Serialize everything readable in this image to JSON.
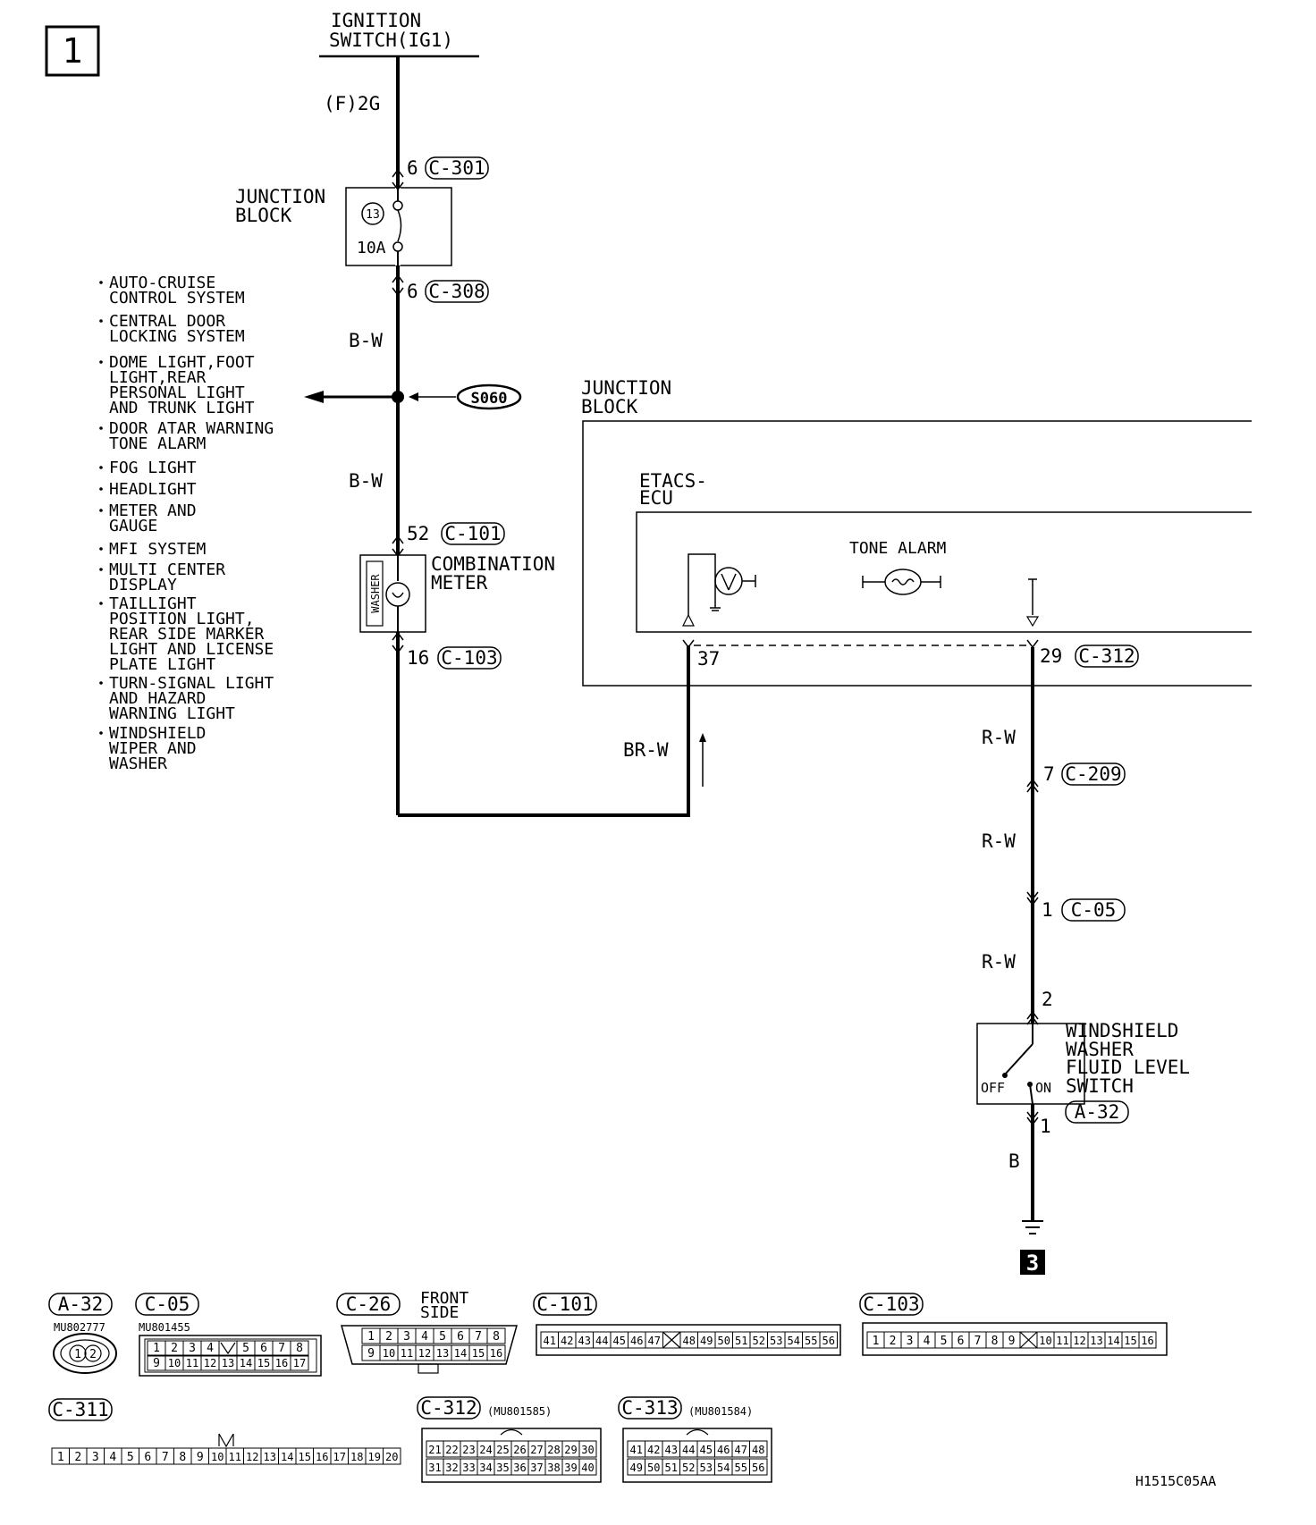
{
  "page_badge": "1",
  "ignition": {
    "title_l1": "IGNITION",
    "title_l2": "SWITCH(IG1)",
    "circuit": "(F)2G"
  },
  "connectors": {
    "c301": "C-301",
    "c308": "C-308",
    "c101": "C-101",
    "c103": "C-103",
    "c312": "C-312",
    "c209": "C-209",
    "c05": "C-05",
    "a32": "A-32",
    "c26": "C-26",
    "c311": "C-311",
    "c313": "C-313"
  },
  "pins": {
    "c301_pin": "6",
    "c308_pin": "6",
    "c101_pin": "52",
    "c103_pin": "16",
    "etacs_pin37": "37",
    "c312_pin": "29",
    "c209_pin": "7",
    "c05_pin": "1",
    "switch_pin2": "2",
    "switch_pin1": "1"
  },
  "junction_block": {
    "title_l1": "JUNCTION",
    "title_l2": "BLOCK",
    "fuse_no": "13",
    "fuse_rating": "10A"
  },
  "junction_block_right": {
    "title_l1": "JUNCTION",
    "title_l2": "BLOCK"
  },
  "wires": {
    "bw_1": "B-W",
    "bw_2": "B-W",
    "brw": "BR-W",
    "rw_1": "R-W",
    "rw_2": "R-W",
    "rw_3": "R-W",
    "b": "B"
  },
  "splice": "S060",
  "systems": [
    [
      "AUTO-CRUISE",
      "CONTROL SYSTEM"
    ],
    [
      "CENTRAL DOOR",
      "LOCKING SYSTEM"
    ],
    [
      "DOME LIGHT,FOOT",
      "LIGHT,REAR",
      "PERSONAL LIGHT",
      "AND TRUNK LIGHT"
    ],
    [
      "DOOR ATAR WARNING",
      "TONE ALARM"
    ],
    [
      "FOG LIGHT"
    ],
    [
      "HEADLIGHT"
    ],
    [
      "METER AND",
      "GAUGE"
    ],
    [
      "MFI SYSTEM"
    ],
    [
      "MULTI CENTER",
      "DISPLAY"
    ],
    [
      "TAILLIGHT",
      "POSITION LIGHT,",
      "REAR SIDE MARKER",
      "LIGHT AND LICENSE",
      "PLATE LIGHT"
    ],
    [
      "TURN-SIGNAL LIGHT",
      "AND HAZARD",
      "WARNING LIGHT"
    ],
    [
      "WINDSHIELD",
      "WIPER AND",
      "WASHER"
    ]
  ],
  "meter": {
    "title_l1": "COMBINATION",
    "title_l2": "METER",
    "lamp_label": "WASHER"
  },
  "etacs": {
    "title_l1": "ETACS-",
    "title_l2": "ECU",
    "tone_alarm": "TONE ALARM"
  },
  "washer_switch": {
    "l1": "WINDSHIELD",
    "l2": "WASHER",
    "l3": "FLUID LEVEL",
    "l4": "SWITCH",
    "off": "OFF",
    "on": "ON"
  },
  "ground_ref": "3",
  "connector_parts": {
    "a32_part": "MU802777",
    "c05_part": "MU801455",
    "c26_note_l1": "FRONT",
    "c26_note_l2": "SIDE",
    "c312_part": "(MU801585)",
    "c313_part": "(MU801584)"
  },
  "figure_code": "H1515C05AA"
}
